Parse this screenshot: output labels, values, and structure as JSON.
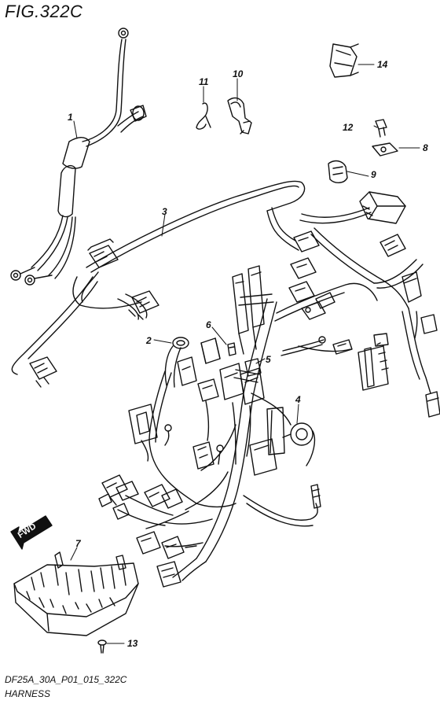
{
  "figure": {
    "title": "FIG.322C",
    "drawing_code": "DF25A_30A_P01_015_322C",
    "drawing_name": "HARNESS",
    "direction_label": "FWD"
  },
  "callouts": {
    "c1": "1",
    "c2": "2",
    "c3": "3",
    "c4": "4",
    "c5": "5",
    "c6": "6",
    "c7": "7",
    "c8": "8",
    "c9": "9",
    "c10": "10",
    "c11": "11",
    "c12": "12",
    "c13": "13",
    "c14": "14"
  }
}
